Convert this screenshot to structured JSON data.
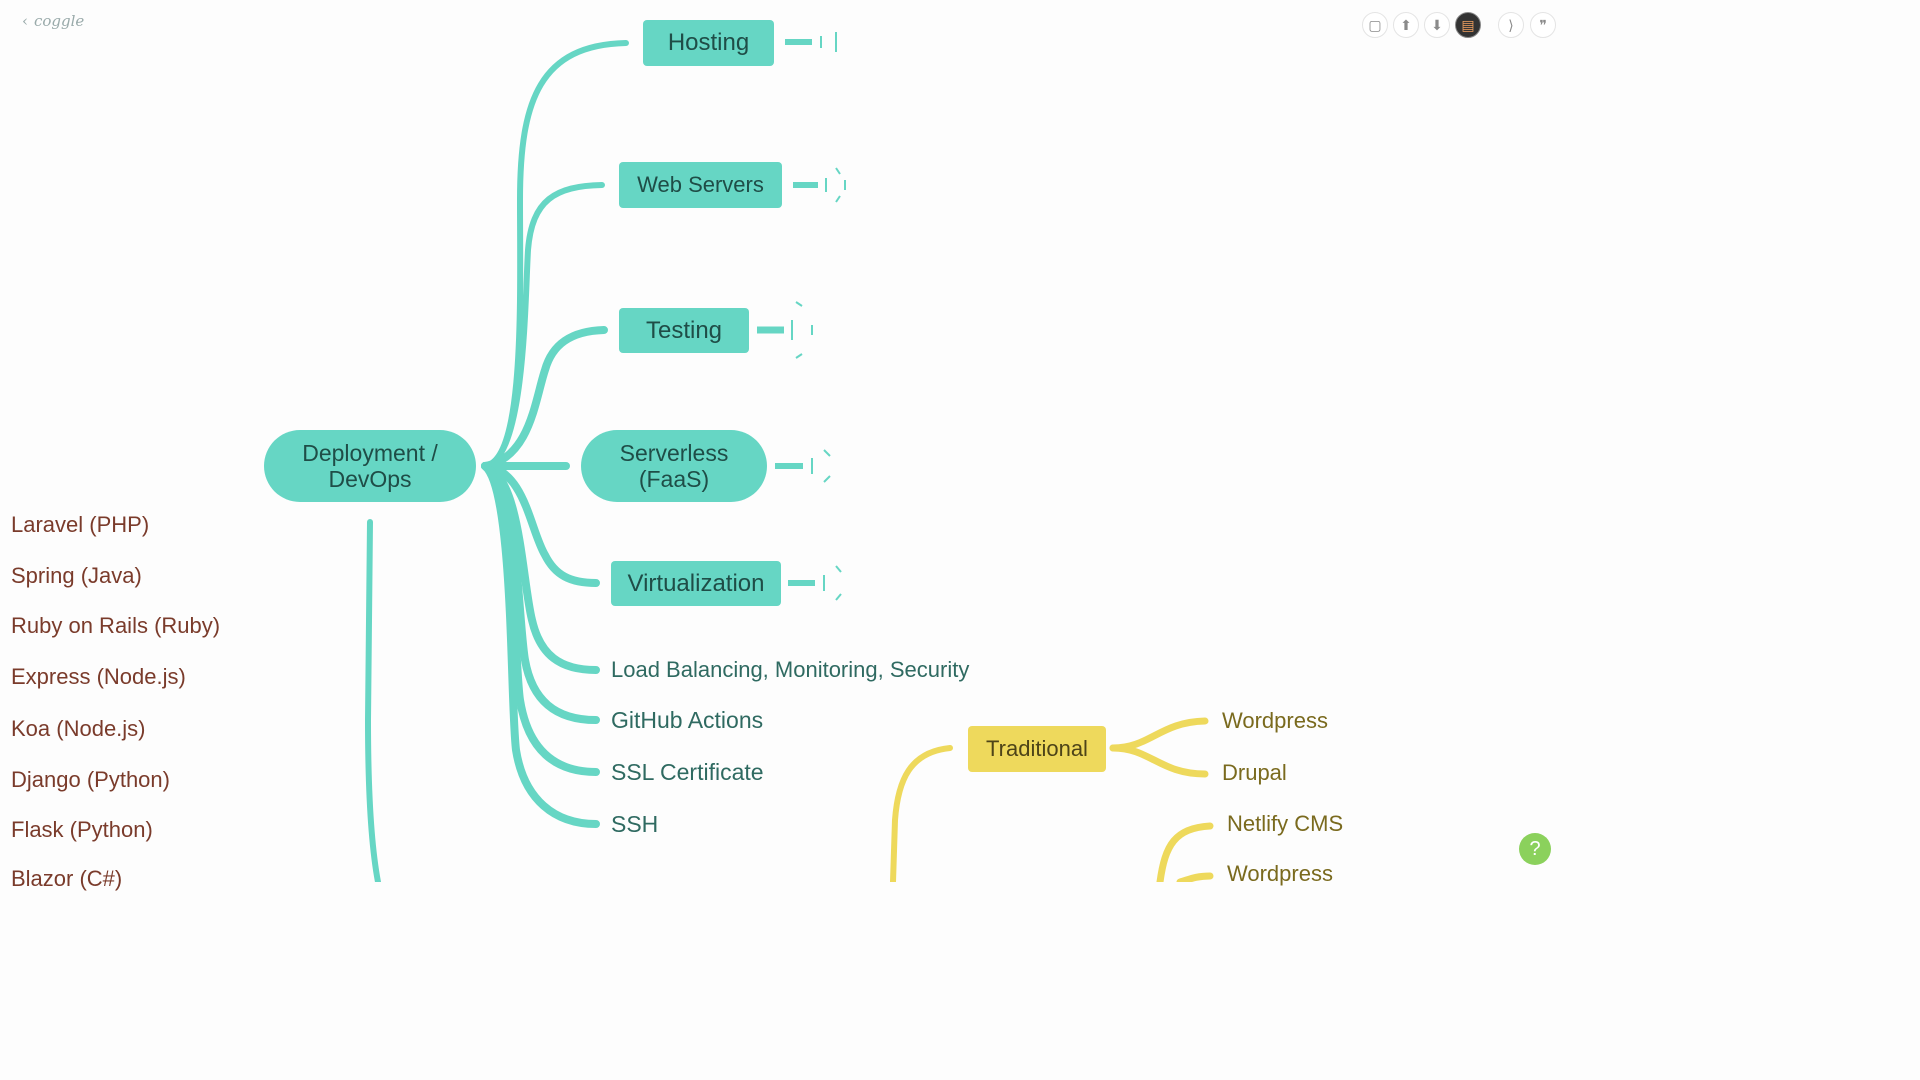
{
  "app": {
    "logo": "coggle",
    "back_glyph": "‹"
  },
  "toolbar": [
    {
      "name": "present-icon",
      "glyph": "▢"
    },
    {
      "name": "upload-icon",
      "glyph": "⬆"
    },
    {
      "name": "download-icon",
      "glyph": "⬇"
    },
    {
      "name": "avatar-icon",
      "glyph": "▤"
    },
    {
      "name": "history-icon",
      "glyph": "⟩"
    },
    {
      "name": "comment-icon",
      "glyph": "❞"
    }
  ],
  "colors": {
    "teal": "#66d6c4",
    "yellow": "#eed95c",
    "help": "#8bd15c"
  },
  "map": {
    "root": {
      "label": "Deployment / DevOps"
    },
    "children": {
      "hosting": "Hosting",
      "web_servers": "Web Servers",
      "testing": "Testing",
      "serverless": "Serverless (FaaS)",
      "virtualization": "Virtualization",
      "load_balancing": "Load Balancing, Monitoring, Security",
      "github_actions": "GitHub Actions",
      "ssl": "SSL Certificate",
      "ssh": "SSH"
    },
    "cms": {
      "traditional": "Traditional",
      "traditional_children": [
        "Wordpress",
        "Drupal"
      ],
      "headless_children": [
        "Netlify CMS",
        "Wordpress"
      ]
    },
    "frameworks": [
      "Laravel (PHP)",
      "Spring (Java)",
      "Ruby on Rails (Ruby)",
      "Express (Node.js)",
      "Koa (Node.js)",
      "Django (Python)",
      "Flask (Python)",
      "Blazor (C#)"
    ]
  },
  "help": {
    "glyph": "?"
  }
}
